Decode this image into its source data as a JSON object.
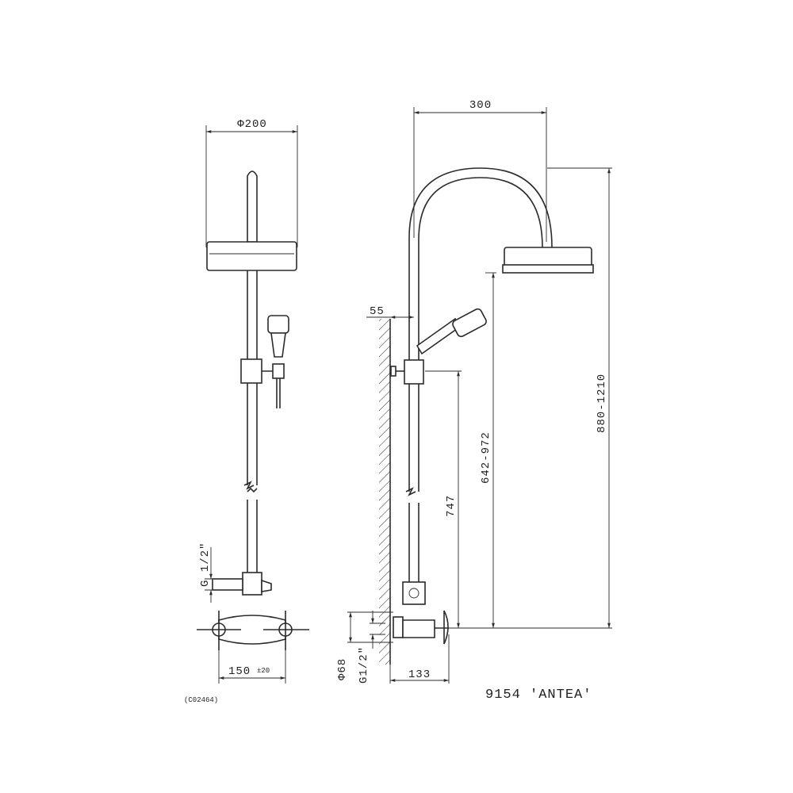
{
  "front_view": {
    "diameter": "Φ200",
    "inlet_thread": "G 1/2\"",
    "spacing": "150",
    "spacing_tolerance": "±20"
  },
  "side_view": {
    "arm_reach": "300",
    "wall_offset": "55",
    "total_height": "880-1210",
    "head_height": "642-972",
    "hand_height": "747",
    "escutcheon_diameter": "Φ68",
    "thread": "G1/2\"",
    "projection": "133"
  },
  "product": {
    "title": "9154 'ANTEA'",
    "code": "(C02464)"
  }
}
